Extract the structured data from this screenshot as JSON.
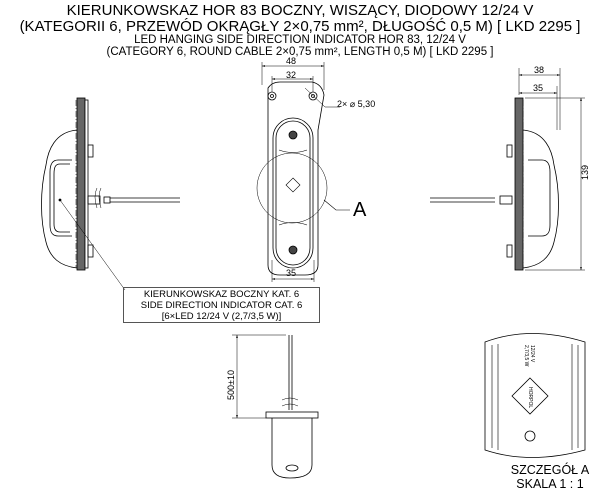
{
  "title": {
    "pl_line1": "KIERUNKOWSKAZ HOR 83 BOCZNY, WISZĄCY, DIODOWY 12/24 V",
    "pl_line2": "(KATEGORII 6, PRZEWÓD OKRĄGŁY 2×0,75 mm², DŁUGOŚĆ 0,5 M) [ LKD 2295 ]",
    "en_line1": "LED HANGING SIDE DIRECTION INDICATOR HOR 83, 12/24 V",
    "en_line2": "(CATEGORY 6, ROUND CABLE 2×0,75 mm², LENGTH 0,5 M)  [ LKD 2295 ]"
  },
  "dimensions": {
    "front_width": "48",
    "hole_spacing": "32",
    "holes": "2× ⌀ 5,30",
    "lens_width": "35",
    "side_depth": "38",
    "side_depth_inner": "35",
    "height": "139",
    "cable_length": "500±10"
  },
  "detail_marker": "A",
  "label_box": {
    "line1": "KIERUNKOWSKAZ BOCZNY KAT. 6",
    "line2": "SIDE DIRECTION INDICATOR CAT. 6",
    "line3": "[6×LED 12/24 V (2,7/3,5 W)]"
  },
  "detail": {
    "title": "SZCZEGÓŁ A",
    "scale": "SKALA 1 : 1",
    "lens_text1": "12/24 V",
    "lens_text2": "2,7/3,5 W",
    "logo": "HORPOL"
  }
}
